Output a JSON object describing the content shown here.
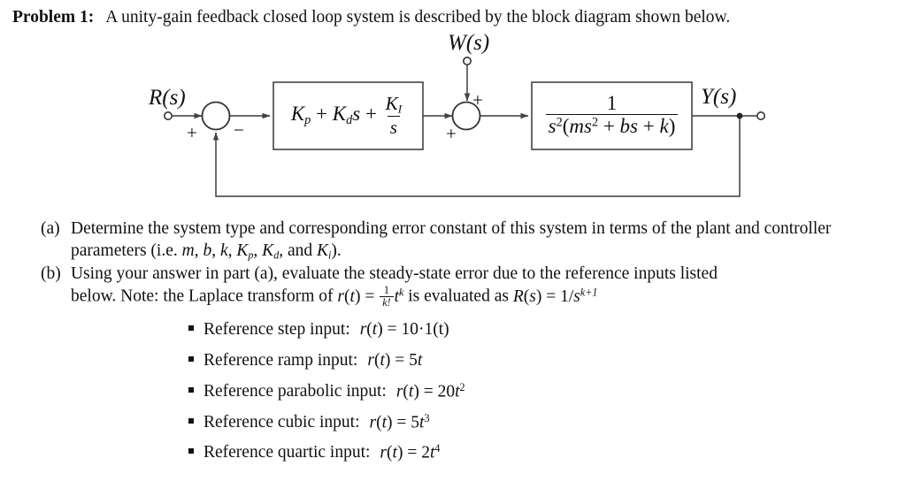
{
  "header": {
    "label": "Problem 1:",
    "text": "A unity-gain feedback closed loop system is described by the block diagram shown below."
  },
  "diagram": {
    "input_label": "R(s)",
    "input_signal_name": "R",
    "disturbance_label": "W(s)",
    "disturbance_signal_name": "W",
    "output_label": "Y(s)",
    "output_signal_name": "Y",
    "sum1_sign_reference": "+",
    "sum1_sign_feedback": "−",
    "sum2_sign_forward": "+",
    "sum2_sign_disturbance": "+",
    "controller": {
      "expression": "K_p + K_d s + K_I / s",
      "term1_base": "K",
      "term1_sub": "p",
      "plus1": "+",
      "term2_base": "K",
      "term2_sub": "d",
      "term2_var": "s",
      "plus2": "+",
      "frac_num_base": "K",
      "frac_num_sub": "I",
      "frac_den": "s"
    },
    "plant": {
      "expression": "1 / ( s^2 ( m s^2 + b s + k ) )",
      "numerator": "1",
      "den_s": "s",
      "den_s_exp": "2",
      "den_open": "(",
      "den_m": "m",
      "den_ms": "s",
      "den_ms_exp": "2",
      "den_plus1": "+",
      "den_b": "b",
      "den_bs": "s",
      "den_plus2": "+",
      "den_k": "k",
      "den_close": ")"
    }
  },
  "parts": {
    "a": {
      "tag": "(a)",
      "text_before": "Determine the system type and corresponding error constant of this system in terms of the plant and controller parameters (i.e.",
      "params": [
        {
          "base": "m",
          "sub": ""
        },
        {
          "base": "b",
          "sub": ""
        },
        {
          "base": "k",
          "sub": ""
        },
        {
          "base": "K",
          "sub": "p"
        },
        {
          "base": "K",
          "sub": "d"
        }
      ],
      "and_word": "and",
      "last_param": {
        "base": "K",
        "sub": "i"
      },
      "text_after": ")."
    },
    "b": {
      "tag": "(b)",
      "text_line1": "Using your answer in part (a), evaluate the steady-state error due to the reference inputs listed",
      "text_line2a": "below. Note: the Laplace transform of",
      "formula_rt": "r(t) = (1/k!) t^k",
      "text_line2b": "is evaluated as",
      "formula_Rs": "R(s) = 1/s^(k+1)",
      "rt_r": "r",
      "rt_t": "t",
      "rt_eq": "=",
      "rt_frac_num": "1",
      "rt_frac_den": "k!",
      "rt_var": "t",
      "rt_exp": "k",
      "Rs_R": "R",
      "Rs_s": "s",
      "Rs_eq": "=",
      "Rs_one": "1",
      "Rs_slash": "/",
      "Rs_den": "s",
      "Rs_den_exp": "k+1"
    }
  },
  "reference_inputs": [
    {
      "label": "Reference step input:",
      "eq_lhs": "r(t)",
      "eq_rel": "=",
      "coefficient": "10",
      "dot": "·",
      "unit_step": "1(t)",
      "formula": "r(t) = 10·1(t)",
      "var": "",
      "exponent": ""
    },
    {
      "label": "Reference ramp input:",
      "eq_lhs": "r(t)",
      "eq_rel": "=",
      "coefficient": "5",
      "dot": "",
      "unit_step": "",
      "formula": "r(t) = 5t",
      "var": "t",
      "exponent": ""
    },
    {
      "label": "Reference parabolic input:",
      "eq_lhs": "r(t)",
      "eq_rel": "=",
      "coefficient": "20",
      "dot": "",
      "unit_step": "",
      "formula": "r(t) = 20t^2",
      "var": "t",
      "exponent": "2"
    },
    {
      "label": "Reference cubic input:",
      "eq_lhs": "r(t)",
      "eq_rel": "=",
      "coefficient": "5",
      "dot": "",
      "unit_step": "",
      "formula": "r(t) = 5t^3",
      "var": "t",
      "exponent": "3"
    },
    {
      "label": "Reference quartic input:",
      "eq_lhs": "r(t)",
      "eq_rel": "=",
      "coefficient": "2",
      "dot": "",
      "unit_step": "",
      "formula": "r(t) = 2t^4",
      "var": "t",
      "exponent": "4"
    }
  ],
  "colors": {
    "ink": "#111111",
    "page": "#ffffff",
    "line": "#555555"
  }
}
